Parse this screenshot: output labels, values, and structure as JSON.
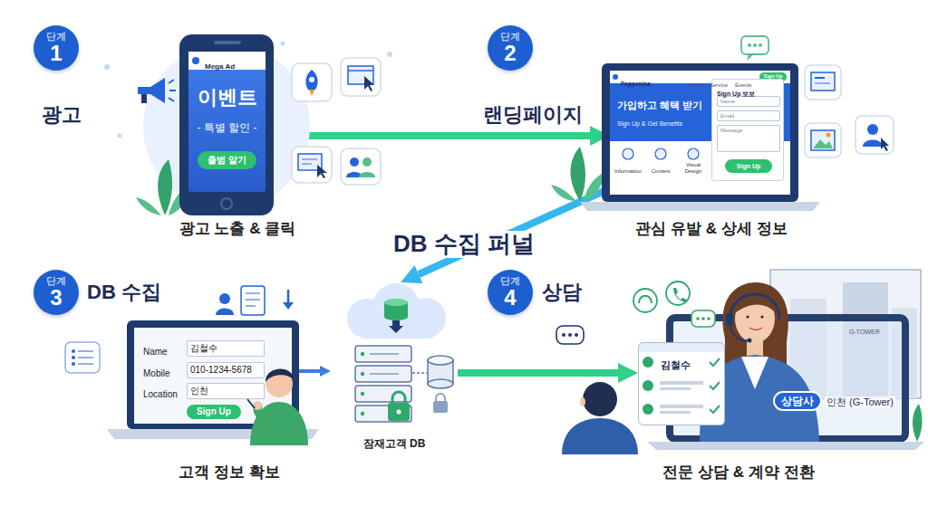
{
  "diagram": {
    "title": "DB 수집 퍼널",
    "nodes": [
      {
        "text": [
          "단계",
          "1"
        ]
      },
      {
        "text": [
          "Mega Ad",
          "이벤트",
          "- 특별 할인 -"
        ]
      },
      {
        "text": [
          "출범 알기"
        ],
        "in": 1
      },
      {
        "text": [
          "단계",
          "2"
        ]
      },
      {
        "text": [
          "Peppenina",
          "Home",
          "Service",
          "Events",
          "가입하고 혜택 받기",
          "Sign Up & Get Benefits",
          "Information",
          "Content",
          "Visual Design"
        ]
      },
      {
        "text": [
          "Sign Up"
        ],
        "in": 4
      },
      {
        "text": [
          "Sign Up 보보"
        ],
        "in": 4
      },
      {
        "text": [
          "Name"
        ],
        "in": 6
      },
      {
        "text": [
          "Email"
        ],
        "in": 6
      },
      {
        "text": [
          "Message"
        ],
        "in": 6
      },
      {
        "text": [
          "Sign Up"
        ],
        "in": 6
      },
      {
        "text": [
          "단계",
          "3"
        ]
      },
      {
        "text": [
          "Name",
          "Mobile",
          "Location"
        ]
      },
      {
        "text": [
          "김철수"
        ],
        "in": 12
      },
      {
        "text": [
          "010-1234-5678"
        ],
        "in": 12
      },
      {
        "text": [
          "인천"
        ],
        "in": 12
      },
      {
        "text": [
          "Sign Up"
        ],
        "in": 12
      },
      {
        "text": [
          "잠재고객 DB"
        ]
      },
      {
        "text": [
          "단계",
          "4"
        ]
      },
      {
        "text": [
          "김철수"
        ]
      },
      {
        "text": [
          "상담사"
        ]
      }
    ],
    "edges": [
      {
        "from": 1,
        "to": 4,
        "arrow": "to"
      },
      {
        "from": 4,
        "to": 17,
        "arrow": "to"
      },
      {
        "from": 12,
        "to": 17,
        "arrow": "to"
      },
      {
        "from": 17,
        "to": 19,
        "arrow": "to"
      }
    ],
    "labels": [
      "광고",
      "광고 노출 & 클릭",
      "랜딩페이지",
      "관심 유발 & 상세 정보",
      "DB 수집",
      "고객 정보 확보",
      "상담",
      "전문 상담 & 계약 전환",
      "G-TOWER",
      "인천 (G-Tower)"
    ]
  }
}
